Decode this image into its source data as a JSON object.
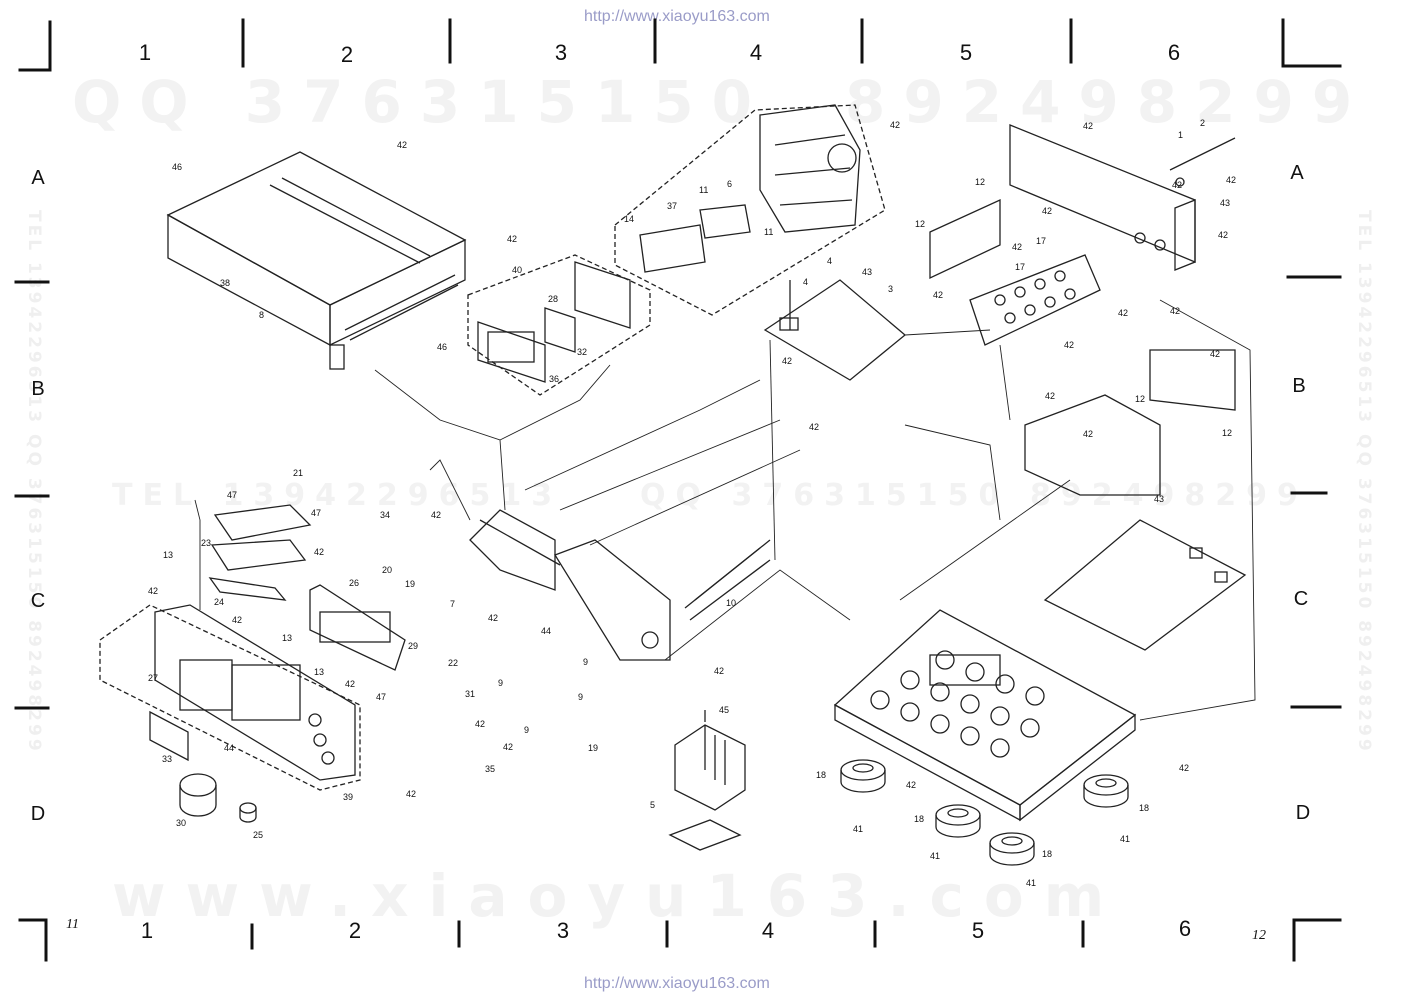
{
  "header": {
    "url_top": "http://www.xiaoyu163.com"
  },
  "footer": {
    "url_bottom": "http://www.xiaoyu163.com"
  },
  "watermarks": {
    "qq_top": "QQ 376315150",
    "phone_top": "892498299",
    "tel_mid": "TEL 13942296513",
    "qq_mid": "QQ 376315150",
    "phone_mid": "892498299",
    "site_bottom": "www.xiaoyu163.com",
    "left_vertical": "TEL 13942296513  QQ 376315150  892498299",
    "right_vertical": "TEL 13942296513  QQ 376315150  892498299"
  },
  "grid": {
    "columns_top": [
      "1",
      "2",
      "3",
      "4",
      "5",
      "6"
    ],
    "columns_bottom": [
      "1",
      "2",
      "3",
      "4",
      "5",
      "6"
    ],
    "rows_left": [
      "A",
      "B",
      "C",
      "D"
    ],
    "rows_right": [
      "A",
      "B",
      "C",
      "D"
    ]
  },
  "page_numbers": {
    "left": "11",
    "right": "12"
  },
  "diagram": {
    "callouts": {
      "c1": "46",
      "c2": "42",
      "c3": "42",
      "c4": "38",
      "c5": "8",
      "c6": "46",
      "c7": "40",
      "c8": "28",
      "c9": "32",
      "c10": "36",
      "c11": "37",
      "c12": "14",
      "c13": "11",
      "c14": "6",
      "c15": "11",
      "c16": "42",
      "c17": "4",
      "c18": "4",
      "c19": "43",
      "c20": "3",
      "c21": "42",
      "c22": "12",
      "c23": "12",
      "c24": "42",
      "c25": "17",
      "c26": "17",
      "c27": "42",
      "c28": "42",
      "c29": "42",
      "c30": "42",
      "c31": "42",
      "c32": "1",
      "c33": "2",
      "c34": "42",
      "c35": "42",
      "c36": "43",
      "c37": "42",
      "c38": "42",
      "c39": "42",
      "c40": "42",
      "c41": "12",
      "c42": "12",
      "c43": "42",
      "c44": "43",
      "c45": "42",
      "c46": "21",
      "c47": "47",
      "c48": "47",
      "c49": "23",
      "c50": "13",
      "c51": "42",
      "c52": "24",
      "c53": "42",
      "c54": "13",
      "c55": "34",
      "c56": "42",
      "c57": "20",
      "c58": "42",
      "c59": "26",
      "c60": "19",
      "c61": "7",
      "c62": "42",
      "c63": "29",
      "c64": "13",
      "c65": "42",
      "c66": "27",
      "c67": "47",
      "c68": "31",
      "c69": "33",
      "c70": "44",
      "c71": "39",
      "c72": "30",
      "c73": "25",
      "c74": "22",
      "c75": "44",
      "c76": "9",
      "c77": "9",
      "c78": "9",
      "c79": "9",
      "c80": "42",
      "c81": "42",
      "c82": "35",
      "c83": "42",
      "c84": "19",
      "c85": "10",
      "c86": "42",
      "c87": "45",
      "c88": "5",
      "c89": "18",
      "c90": "42",
      "c91": "41",
      "c92": "18",
      "c93": "41",
      "c94": "18",
      "c95": "41",
      "c96": "18",
      "c97": "41",
      "c98": "42"
    }
  }
}
